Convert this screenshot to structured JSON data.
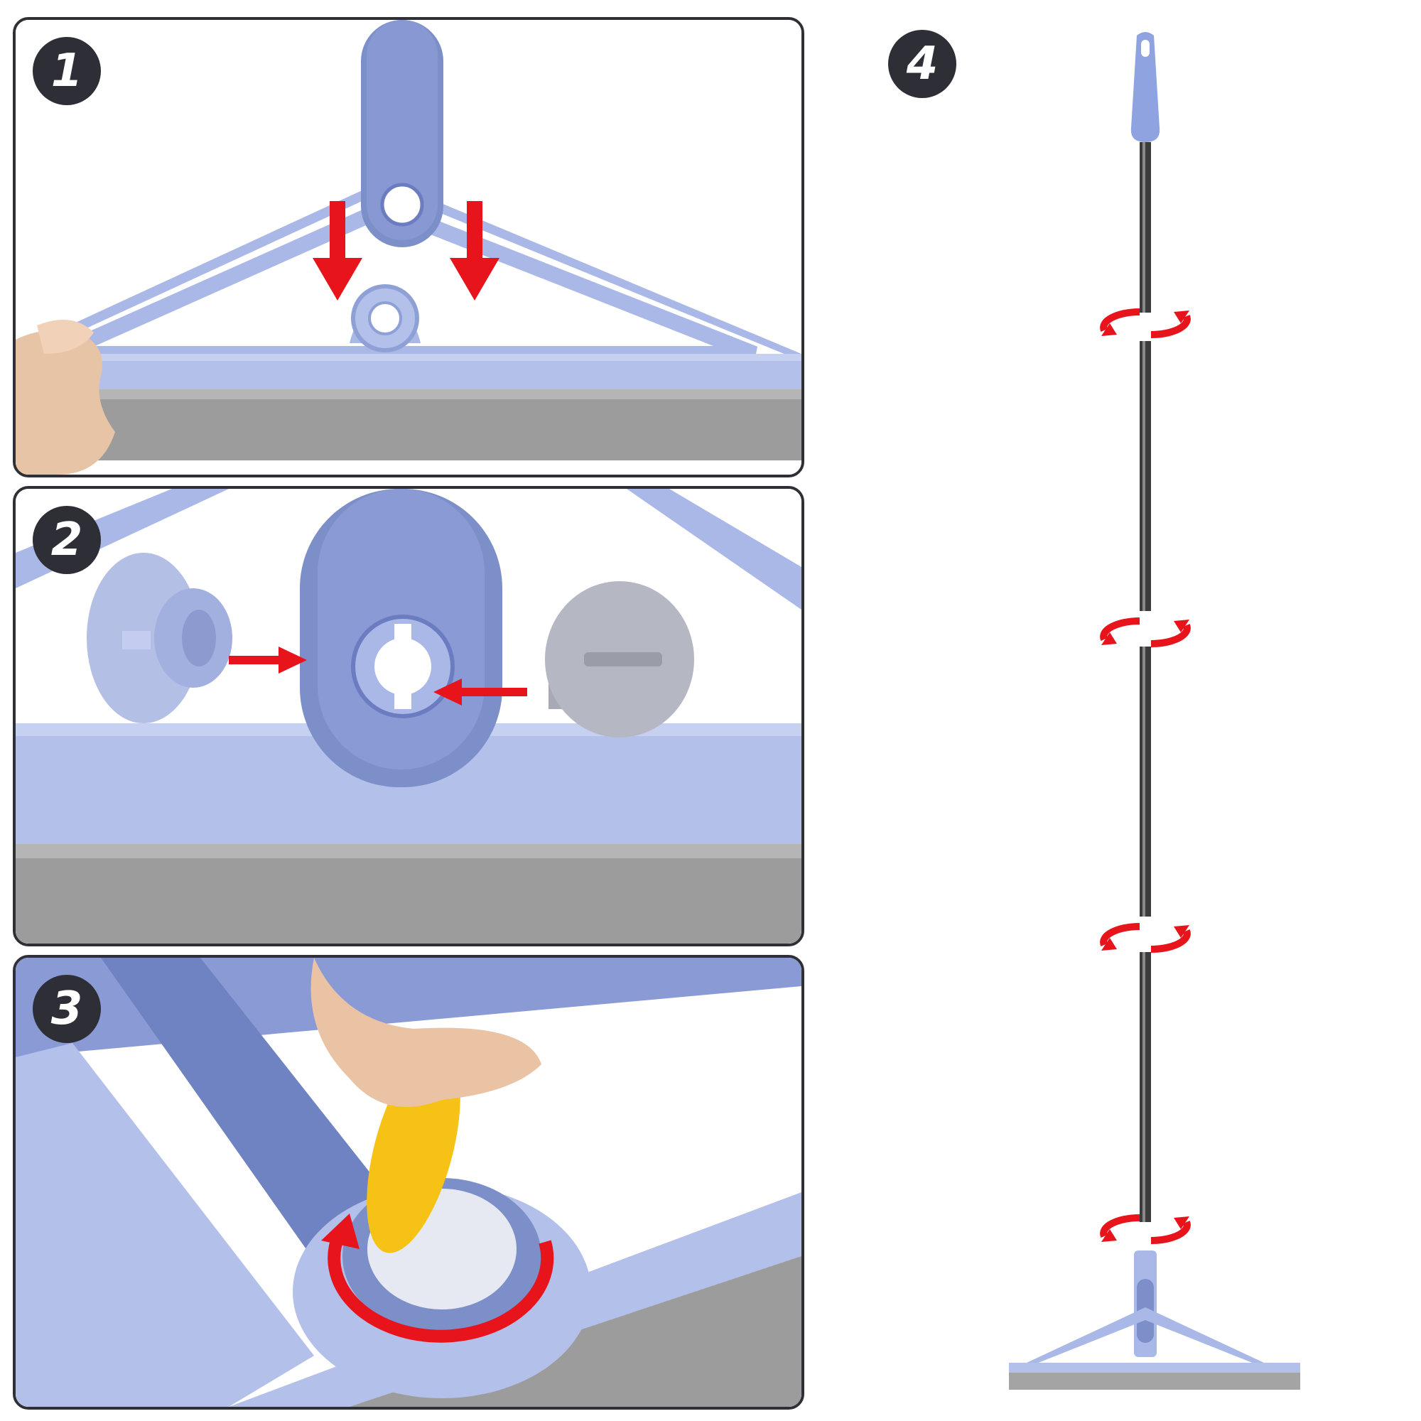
{
  "steps": [
    {
      "number": "1"
    },
    {
      "number": "2"
    },
    {
      "number": "3"
    },
    {
      "number": "4"
    }
  ],
  "colors": {
    "frame_blue": "#a9b8e6",
    "frame_blue_dark": "#7d8fc9",
    "blade_gray": "#9c9c9c",
    "arrow_red": "#e8141c",
    "badge_dark": "#2e2e36",
    "handle_metal": "#3c3c3c",
    "cap_yellow": "#f6c215"
  },
  "icons": {
    "down_arrows": "arrow-down-icon",
    "insert_arrows": "arrow-right-icon",
    "rotate_arrow": "rotate-arrow-icon",
    "twist_joints": "twist-arrows-icon"
  }
}
